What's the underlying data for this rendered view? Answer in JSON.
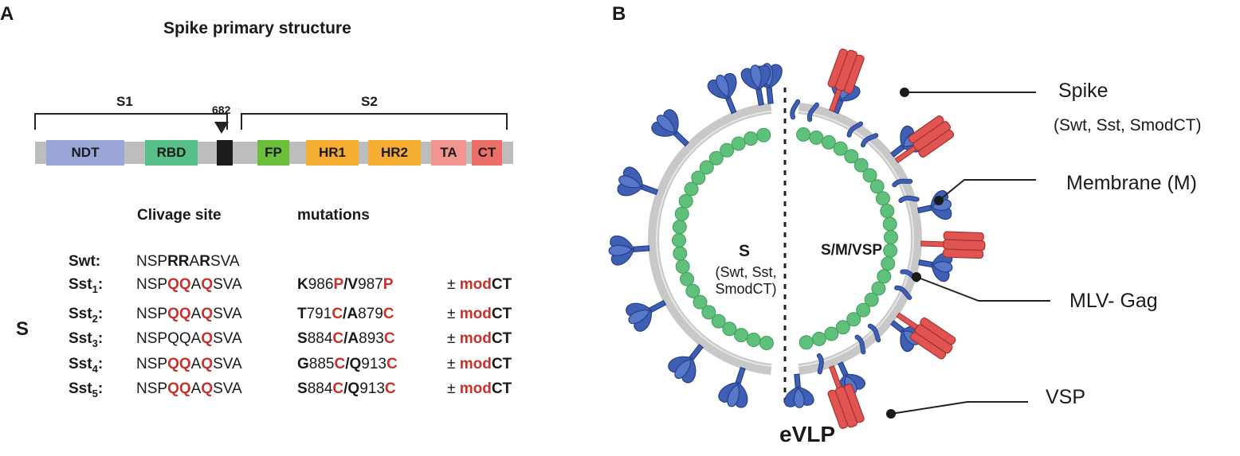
{
  "panel_a": {
    "letter": "A",
    "title": "Spike primary structure",
    "s1_label": "S1",
    "s2_label": "S2",
    "site_label": "682",
    "domains": [
      {
        "label": "NDT",
        "color": "#9ba6d8"
      },
      {
        "label": "RBD",
        "color": "#57c08a"
      },
      {
        "label": "",
        "color": "#1c1c1c"
      },
      {
        "label": "FP",
        "color": "#6bbf3a"
      },
      {
        "label": "HR1",
        "color": "#f5ad32"
      },
      {
        "label": "HR2",
        "color": "#f5ad32"
      },
      {
        "label": "TA",
        "color": "#f2948f"
      },
      {
        "label": "CT",
        "color": "#ec6f68"
      }
    ],
    "col_header_cleavage": "Clivage site",
    "col_header_mutations": "mutations",
    "group_label": "S",
    "constructs": [
      {
        "name": "Swt",
        "sub": "",
        "seq": [
          "NSP",
          "RR",
          "A",
          "R",
          "SVA"
        ],
        "mut": null
      },
      {
        "name": "Sst",
        "sub": "1",
        "seq": [
          "NSP",
          "QQ",
          "A",
          "Q",
          "SVA"
        ],
        "mut": [
          "K",
          "986",
          "P",
          "/",
          "V",
          "987",
          "P"
        ],
        "modct": "± modCT"
      },
      {
        "name": "Sst",
        "sub": "2",
        "seq": [
          "NSP",
          "QQ",
          "A",
          "Q",
          "SVA"
        ],
        "mut": [
          "T",
          "791",
          "C",
          "/",
          "A",
          "879",
          "C"
        ],
        "modct": "± modCT"
      },
      {
        "name": "Sst",
        "sub": "3",
        "seq": [
          "NSPQQA",
          "",
          "",
          "Q",
          "SVA"
        ],
        "mut": [
          "S",
          "884",
          "C",
          "/",
          "A",
          "893",
          "C"
        ],
        "modct": "± modCT"
      },
      {
        "name": "Sst",
        "sub": "4",
        "seq": [
          "NSP",
          "QQ",
          "A",
          "Q",
          "SVA"
        ],
        "mut": [
          "G",
          "885",
          "C",
          "/",
          "Q",
          "913",
          "C"
        ],
        "modct": "± modCT"
      },
      {
        "name": "Sst",
        "sub": "5",
        "seq": [
          "NSP",
          "QQ",
          "A",
          "Q",
          "SVA"
        ],
        "mut": [
          "S",
          "884",
          "C",
          "/",
          "Q",
          "913",
          "C"
        ],
        "modct": "± modCT"
      }
    ]
  },
  "panel_b": {
    "letter": "B",
    "left_label": "S",
    "left_sub": [
      "(Swt, Sst,",
      "SmodCT)"
    ],
    "right_label": "S/M/VSP",
    "bottom_label": "eVLP",
    "callouts": [
      {
        "label": "Spike",
        "sub": "(Swt, Sst, SmodCT)"
      },
      {
        "label": "Membrane (M)"
      },
      {
        "label": "MLV- Gag"
      },
      {
        "label": "VSP"
      }
    ],
    "colors": {
      "spike": "#3f5fb5",
      "vsp": "#e05552",
      "gag": "#5ec07a",
      "membrane": "#c8c8c8"
    }
  }
}
